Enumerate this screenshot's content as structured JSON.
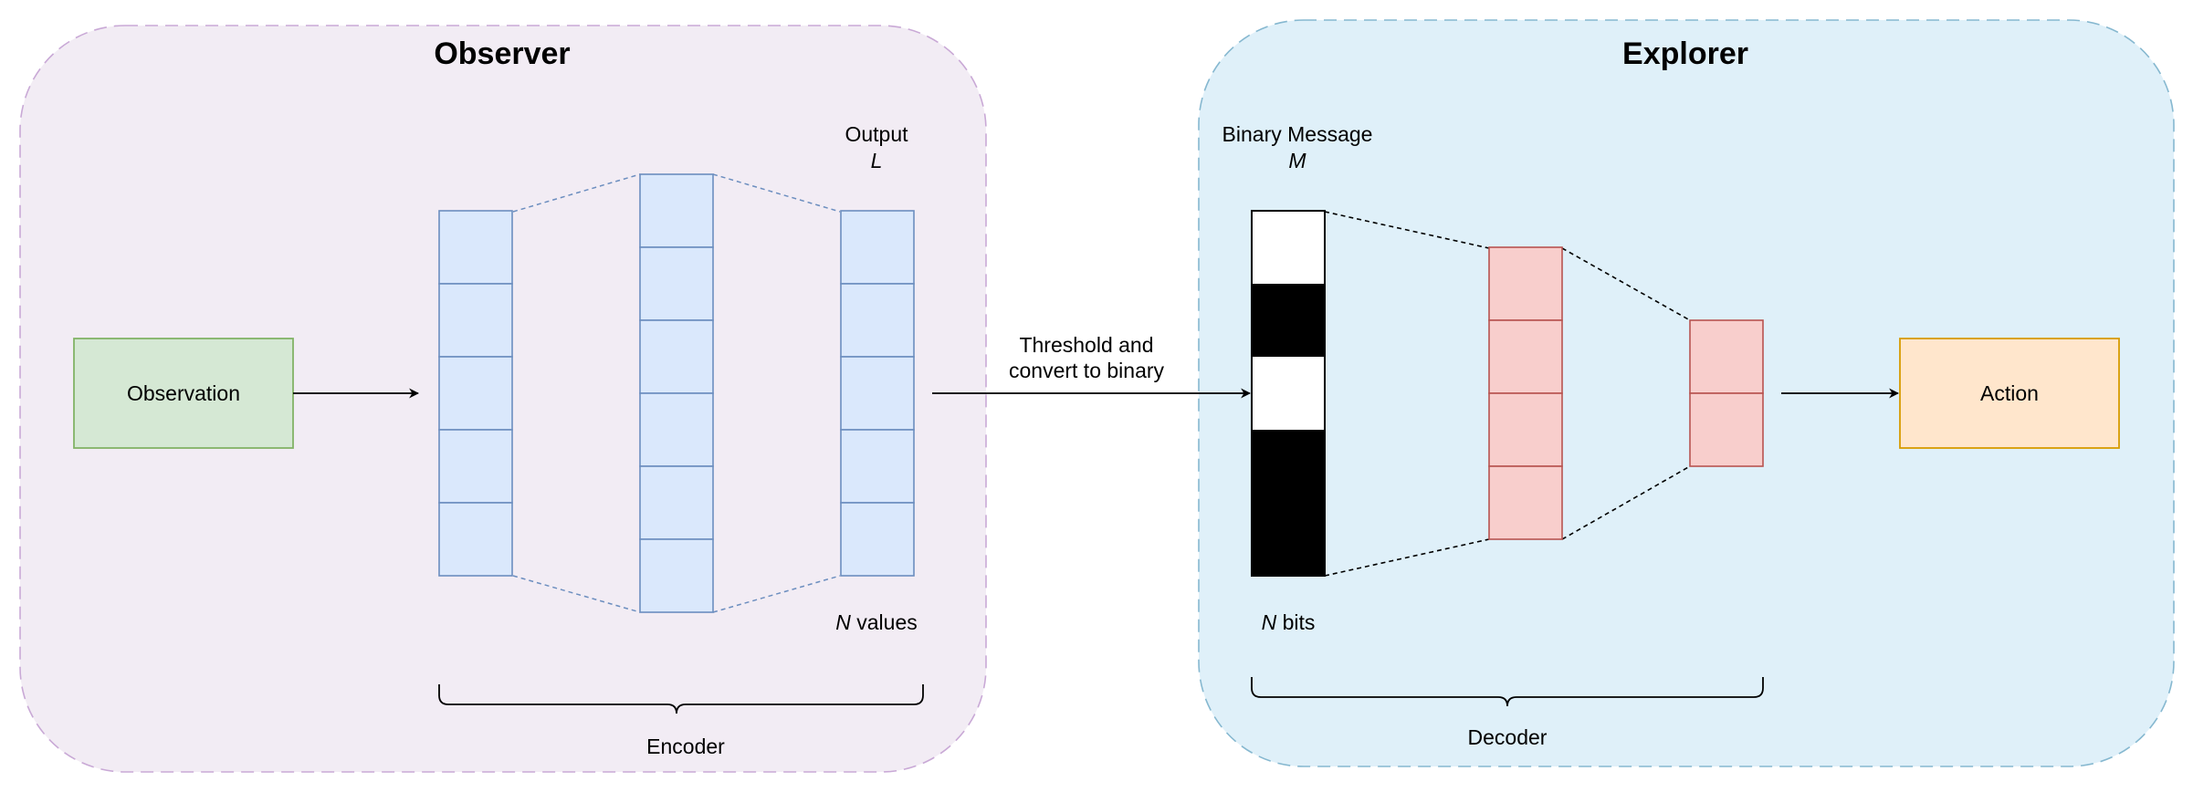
{
  "observer": {
    "title": "Observer",
    "observation_label": "Observation",
    "output_label_line1": "Output",
    "output_label_line2": "L",
    "values_var": "N",
    "values_text": " values",
    "encoder_label": "Encoder",
    "layer_cells": [
      5,
      6,
      5
    ]
  },
  "link": {
    "label_line1": "Threshold and",
    "label_line2": "convert to binary"
  },
  "explorer": {
    "title": "Explorer",
    "message_label_line1": "Binary Message",
    "message_label_line2": "M",
    "bits_var": "N",
    "bits_text": " bits",
    "decoder_label": "Decoder",
    "action_label": "Action",
    "binary_bits": [
      0,
      1,
      0,
      1,
      1
    ],
    "layer_cells": [
      4,
      2
    ]
  },
  "colors": {
    "observer_panel_fill": "#f2ecf4",
    "observer_panel_stroke": "#c9a9d6",
    "explorer_panel_fill": "#dff0f9",
    "explorer_panel_stroke": "#86b8d0",
    "observation_fill": "#d5e8d4",
    "observation_stroke": "#82b366",
    "encoder_cell_fill": "#dae8fc",
    "encoder_cell_stroke": "#6c8ebf",
    "decoder_cell_fill": "#f8cecc",
    "decoder_cell_stroke": "#b85450",
    "action_fill": "#ffe6cc",
    "action_stroke": "#d79b00"
  }
}
